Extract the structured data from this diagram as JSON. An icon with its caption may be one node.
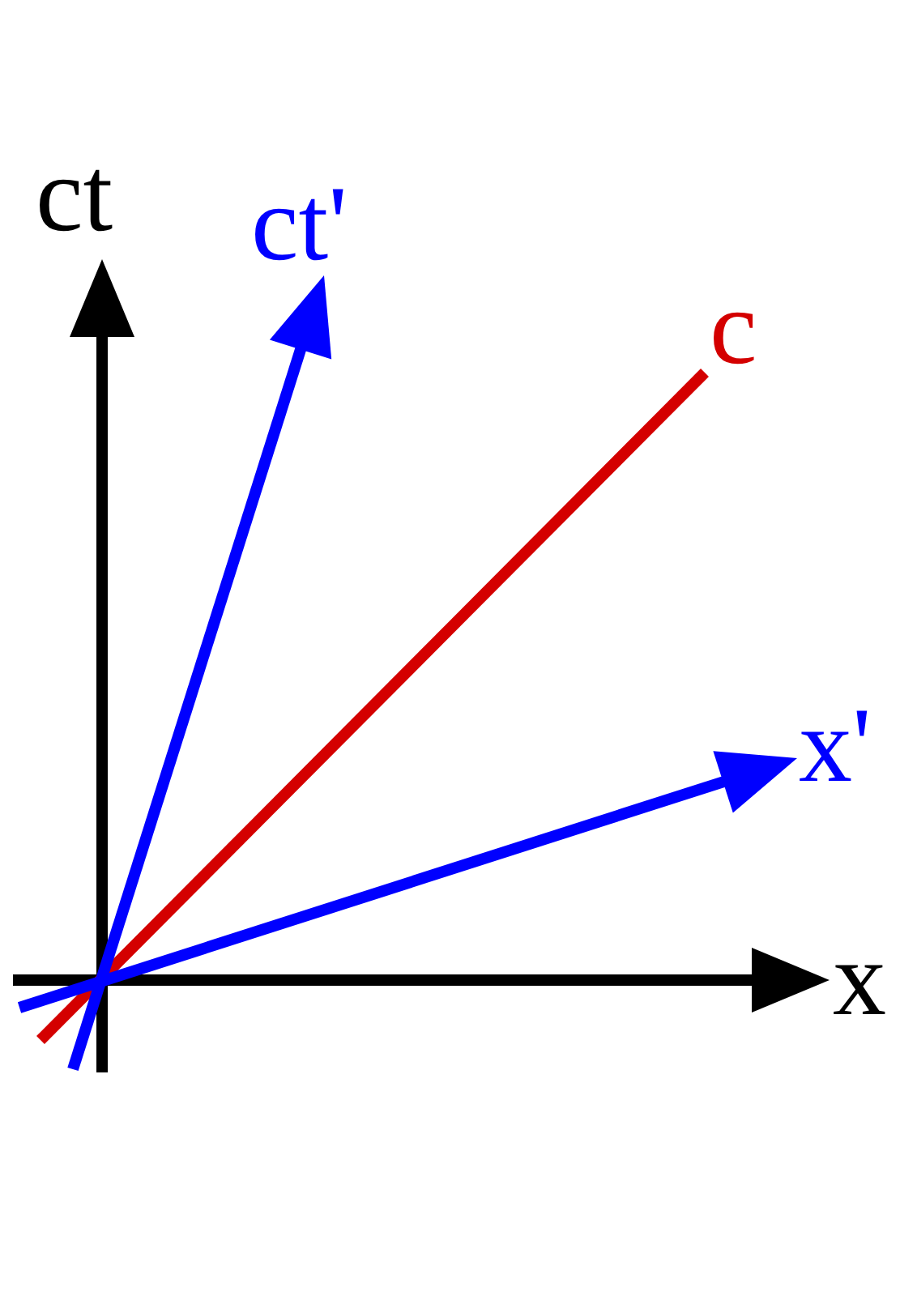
{
  "diagram": {
    "labels": [
      "ct",
      "ct'",
      "c",
      "x'",
      "x"
    ]
  }
}
